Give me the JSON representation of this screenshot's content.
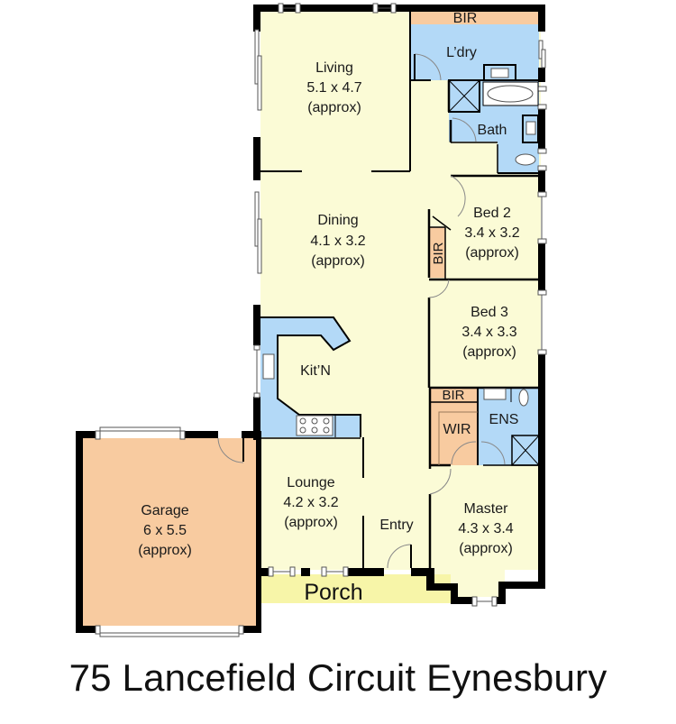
{
  "title": "75 Lancefield Circuit Eynesbury",
  "colors": {
    "living_fill": "#fbfbd6",
    "wet_fill": "#b3d9f7",
    "storage_fill": "#f8cba0",
    "porch_fill": "#f7f5a8",
    "wall": "#000000"
  },
  "rooms": {
    "living": {
      "name": "Living",
      "size": "5.1 x 4.7",
      "note": "(approx)"
    },
    "dining": {
      "name": "Dining",
      "size": "4.1 x 3.2",
      "note": "(approx)"
    },
    "kitchen": {
      "name": "Kit’N"
    },
    "lounge": {
      "name": "Lounge",
      "size": "4.2 x 3.2",
      "note": "(approx)"
    },
    "entry": {
      "name": "Entry"
    },
    "porch": {
      "name": "Porch"
    },
    "garage": {
      "name": "Garage",
      "size": "6 x 5.5",
      "note": "(approx)"
    },
    "laundry": {
      "name": "L’dry"
    },
    "bath": {
      "name": "Bath"
    },
    "bir_top": {
      "name": "BIR"
    },
    "bed2": {
      "name": "Bed 2",
      "size": "3.4 x 3.2",
      "note": "(approx)"
    },
    "bir_bed2": {
      "name": "BIR"
    },
    "bed3": {
      "name": "Bed 3",
      "size": "3.4 x 3.3",
      "note": "(approx)"
    },
    "bir_master": {
      "name": "BIR"
    },
    "wir": {
      "name": "WIR"
    },
    "ens": {
      "name": "ENS"
    },
    "master": {
      "name": "Master",
      "size": "4.3 x 3.4",
      "note": "(approx)"
    }
  }
}
